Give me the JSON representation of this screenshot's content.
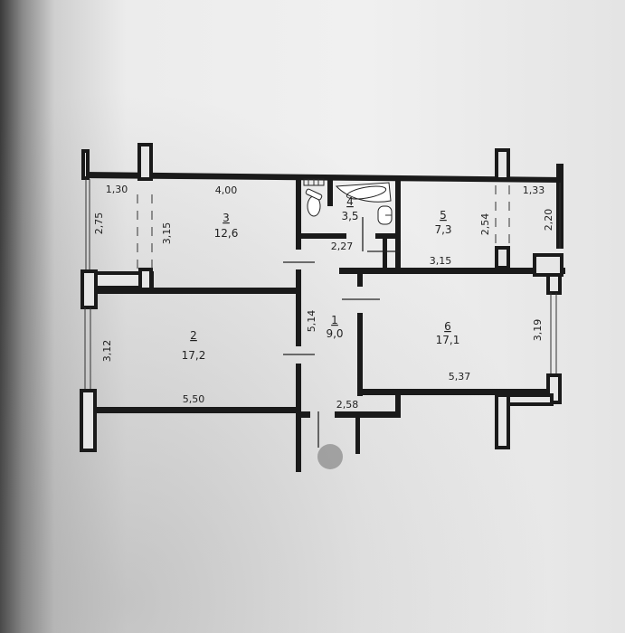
{
  "plan": {
    "rooms": [
      {
        "number": "1",
        "area": "9,0"
      },
      {
        "number": "2",
        "area": "17,2"
      },
      {
        "number": "3",
        "area": "12,6"
      },
      {
        "number": "4",
        "area": "3,5"
      },
      {
        "number": "5",
        "area": "7,3"
      },
      {
        "number": "6",
        "area": "17,1"
      }
    ],
    "dimensions": {
      "balcony_left_width": "1,30",
      "balcony_left_depth": "2,75",
      "room3_width": "4,00",
      "room3_depth": "3,15",
      "hall_width": "2,27",
      "hall_length": "5,14",
      "room5_length": "3,15",
      "room5_depth": "2,54",
      "balcony_right_width": "1,33",
      "balcony_right_depth": "2,20",
      "room6_width": "5,37",
      "room6_depth": "3,19",
      "room2_width": "5,50",
      "room2_depth": "3,12",
      "entry_width": "2,58"
    }
  }
}
